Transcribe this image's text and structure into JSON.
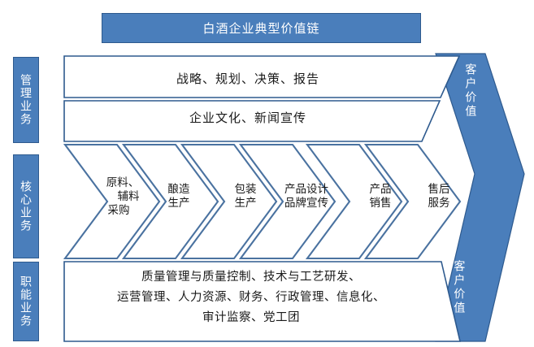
{
  "title": {
    "text": "白酒企业典型价值链"
  },
  "colors": {
    "accent_fill": "#4a7ebb",
    "accent_border": "#2e5a8e",
    "outline": "#4a72a0",
    "panel_fill": "#ffffff",
    "text": "#1a1a1a",
    "label_text": "#ffffff"
  },
  "categories": [
    {
      "id": "management",
      "label": "管理业务"
    },
    {
      "id": "core",
      "label": "核心业务"
    },
    {
      "id": "functional",
      "label": "职能业务"
    }
  ],
  "management_rows": [
    {
      "id": "row-strategy",
      "text": "战略、规划、决策、报告"
    },
    {
      "id": "row-culture",
      "text": "企业文化、新闻宣传"
    }
  ],
  "core_steps": [
    {
      "id": "step-procurement",
      "lines": [
        "原料、",
        "辅料",
        "采购"
      ]
    },
    {
      "id": "step-brewing",
      "lines": [
        "酿造",
        "生产"
      ]
    },
    {
      "id": "step-packaging",
      "lines": [
        "包装",
        "生产"
      ]
    },
    {
      "id": "step-design-brand",
      "lines": [
        "产品设计",
        "品牌宣传"
      ]
    },
    {
      "id": "step-sales",
      "lines": [
        "产品",
        "销售"
      ]
    },
    {
      "id": "step-after-sales",
      "lines": [
        "售后",
        "服务"
      ]
    }
  ],
  "functional_panel": {
    "lines": [
      "质量管理与质量控制、技术与工艺研发、",
      "运营管理、人力资源、财务、行政管理、信息化、",
      "审计监察、党工团"
    ]
  },
  "value_arrow": {
    "top_label": "客户价值",
    "bottom_label": "客户价值"
  }
}
